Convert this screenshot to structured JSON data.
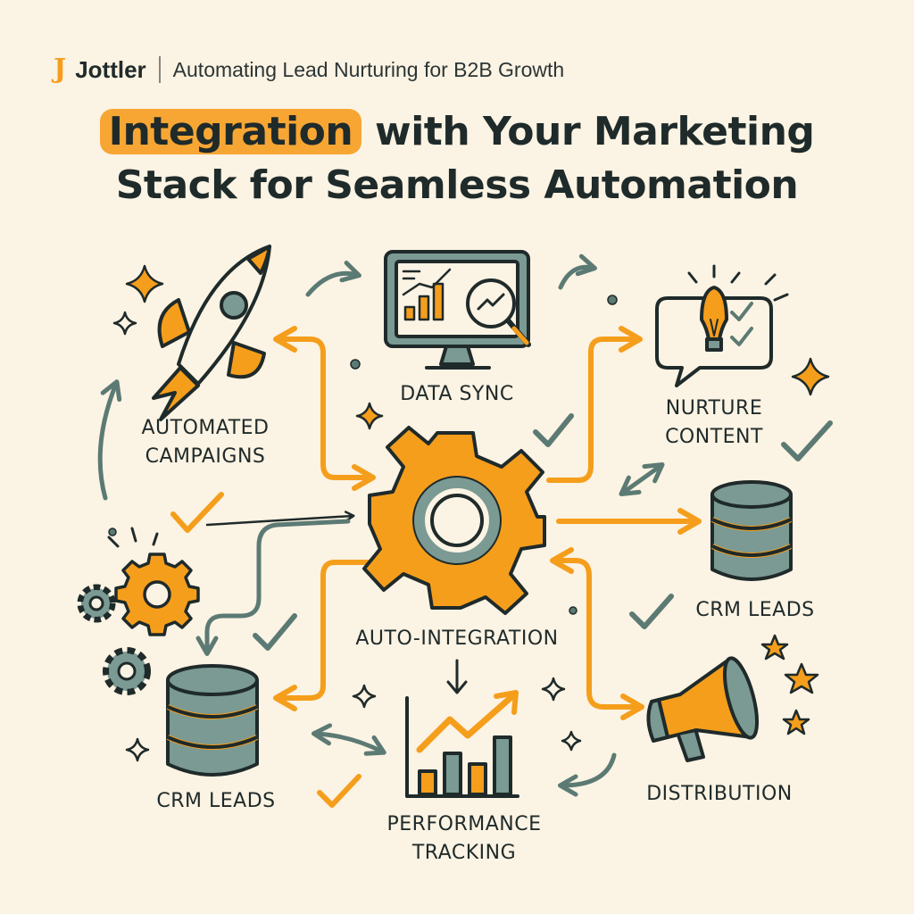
{
  "brand": {
    "mark": "J",
    "name": "Jottler",
    "tagline": "Automating Lead Nurturing for B2B Growth"
  },
  "title": {
    "highlight": "Integration",
    "line1_rest": " with Your Marketing",
    "line2": "Stack for Seamless Automation"
  },
  "nodes": {
    "automated_campaigns": {
      "line1": "AUTOMATED",
      "line2": "CAMPAIGNS",
      "icon": "rocket-icon"
    },
    "data_sync": {
      "line1": "DATA SYNC",
      "icon": "monitor-analytics-icon"
    },
    "nurture_content": {
      "line1": "NURTURE",
      "line2": "CONTENT",
      "icon": "lightbulb-chat-icon"
    },
    "crm_leads_right": {
      "line1": "CRM LEADS",
      "icon": "database-icon"
    },
    "auto_integration": {
      "line1": "AUTO-INTEGRATION",
      "icon": "gear-icon"
    },
    "crm_leads_left": {
      "line1": "CRM LEADS",
      "icon": "database-icon"
    },
    "performance_tracking": {
      "line1": "PERFORMANCE",
      "line2": "TRACKING",
      "icon": "growth-chart-icon"
    },
    "distribution": {
      "line1": "DISTRIBUTION",
      "icon": "megaphone-icon"
    }
  },
  "colors": {
    "orange": "#f59e1c",
    "teal": "#7a9a93",
    "ink": "#1f2a2a",
    "background": "#fbf3e3"
  }
}
